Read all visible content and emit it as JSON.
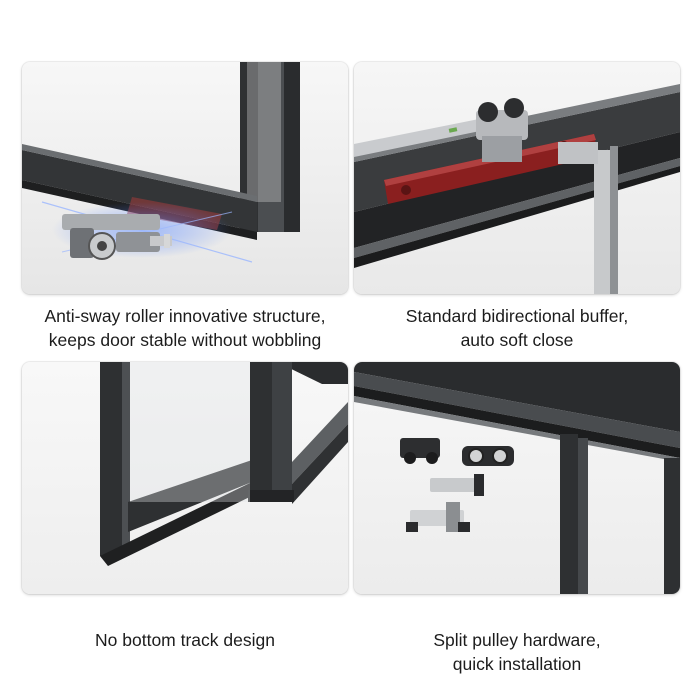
{
  "panels": [
    {
      "image_icon": "roller-closeup-photo",
      "caption_lines": [
        "Anti-sway roller innovative structure,",
        "keeps door stable without wobbling"
      ]
    },
    {
      "image_icon": "buffer-track-photo",
      "caption_lines": [
        "Standard bidirectional buffer,",
        "auto soft close"
      ]
    },
    {
      "image_icon": "door-frame-photo",
      "caption_lines": [
        "No bottom track design"
      ]
    },
    {
      "image_icon": "pulley-hardware-photo",
      "caption_lines": [
        "Split pulley hardware,",
        "quick installation"
      ]
    }
  ],
  "colors": {
    "frame_dark": "#2e3032",
    "buffer_red": "#8a1f1f",
    "glow_blue": "#4a7dff",
    "background": "#ffffff"
  }
}
